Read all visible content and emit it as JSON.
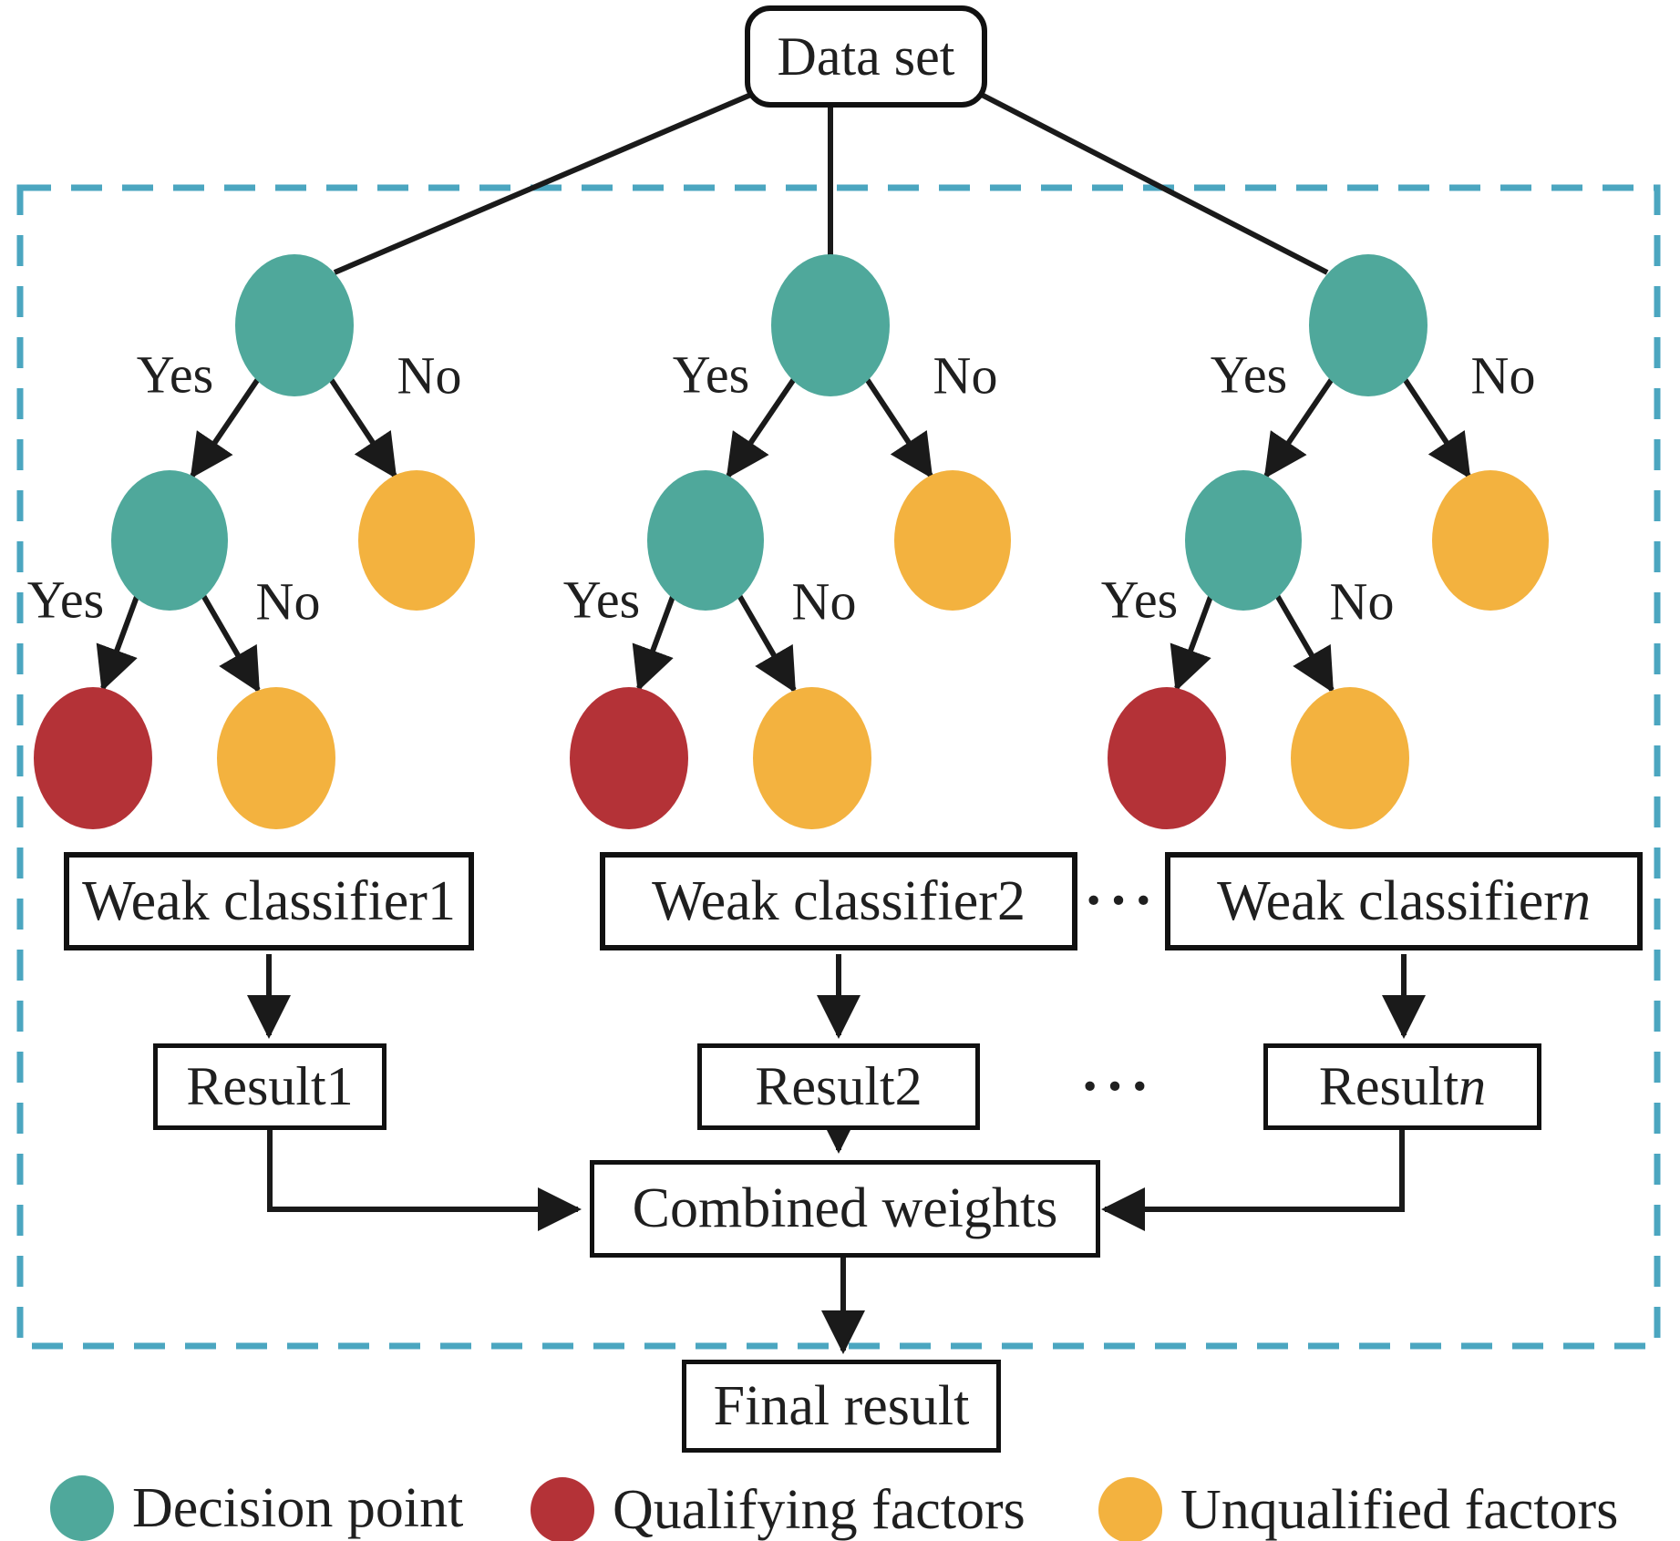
{
  "colors": {
    "decision_point": "#4FA89B",
    "qualifying": "#B43237",
    "unqualified": "#F3B23F",
    "frame": "#4BA6C0",
    "line": "#1A1A1A",
    "text": "#1F1F1F",
    "background": "#FFFFFF"
  },
  "dataset": {
    "label": "Data set"
  },
  "trees": [
    {
      "yes_top": "Yes",
      "no_top": "No",
      "yes_mid": "Yes",
      "no_mid": "No"
    },
    {
      "yes_top": "Yes",
      "no_top": "No",
      "yes_mid": "Yes",
      "no_mid": "No"
    },
    {
      "yes_top": "Yes",
      "no_top": "No",
      "yes_mid": "Yes",
      "no_mid": "No"
    }
  ],
  "classifiers": [
    {
      "prefix": "Weak classifier ",
      "suffix": "1",
      "suffix_italic": false
    },
    {
      "prefix": "Weak classifier ",
      "suffix": "2",
      "suffix_italic": false
    },
    {
      "prefix": "Weak classifier ",
      "suffix": "n",
      "suffix_italic": true
    }
  ],
  "classifier_dots": "···",
  "results": [
    {
      "prefix": "Result ",
      "suffix": "1",
      "suffix_italic": false
    },
    {
      "prefix": "Result ",
      "suffix": "2",
      "suffix_italic": false
    },
    {
      "prefix": "Result ",
      "suffix": "n",
      "suffix_italic": true
    }
  ],
  "result_dots": "···",
  "combined": {
    "label": "Combined weights"
  },
  "final": {
    "label": "Final result"
  },
  "legend": [
    {
      "label": "Decision point",
      "color_key": "decision_point"
    },
    {
      "label": "Qualifying factors",
      "color_key": "qualifying"
    },
    {
      "label": "Unqualified factors",
      "color_key": "unqualified"
    }
  ]
}
